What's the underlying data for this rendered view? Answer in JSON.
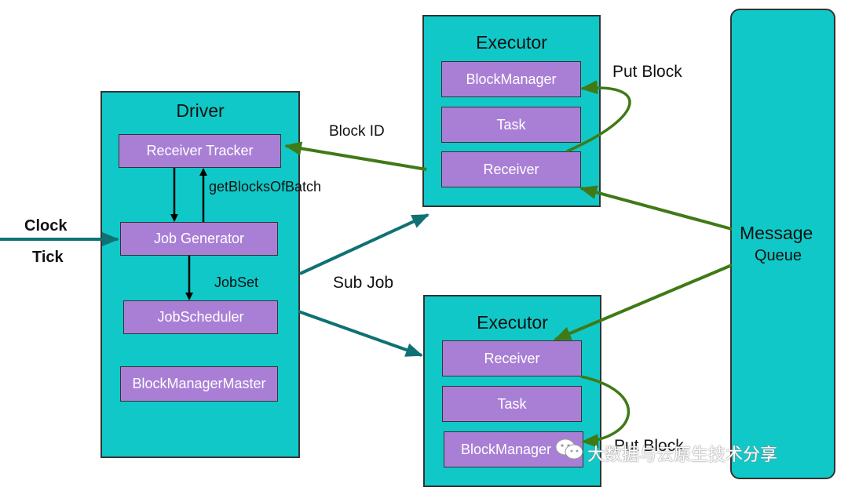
{
  "driver": {
    "title": "Driver",
    "receiver_tracker": "Receiver Tracker",
    "job_generator": "Job Generator",
    "job_scheduler": "JobScheduler",
    "block_manager_master": "BlockManagerMaster"
  },
  "executor_top": {
    "title": "Executor",
    "block_manager": "BlockManager",
    "task": "Task",
    "receiver": "Receiver"
  },
  "executor_bottom": {
    "title": "Executor",
    "receiver": "Receiver",
    "task": "Task",
    "block_manager": "BlockManager"
  },
  "message_queue": {
    "line1": "Message",
    "line2": "Queue"
  },
  "labels": {
    "clock": "Clock",
    "tick": "Tick",
    "get_blocks_of_batch": "getBlocksOfBatch",
    "job_set": "JobSet",
    "sub_job": "Sub Job",
    "block_id": "Block ID",
    "put_block_top": "Put Block",
    "put_block_bottom": "Put Block"
  },
  "watermark": "大数据与云原生技术分享",
  "colors": {
    "panel": "#11c8c8",
    "component": "#a97fd6",
    "green_arrow": "#3f7a16",
    "teal_arrow": "#0f7174"
  }
}
